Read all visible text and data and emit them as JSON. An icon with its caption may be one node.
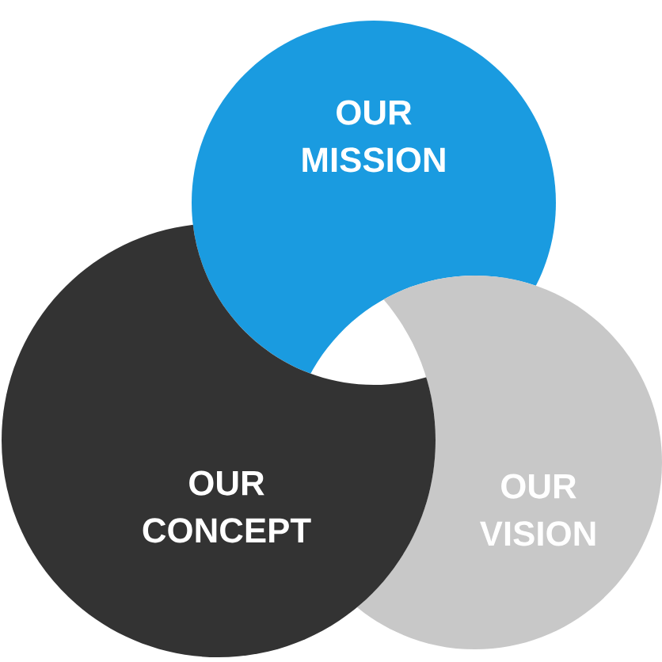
{
  "diagram": {
    "nodes": [
      {
        "text": [
          "OUR MISSION"
        ]
      },
      {
        "text": [
          "OUR CONCEPT"
        ]
      },
      {
        "text": [
          "OUR VISION"
        ]
      }
    ]
  }
}
